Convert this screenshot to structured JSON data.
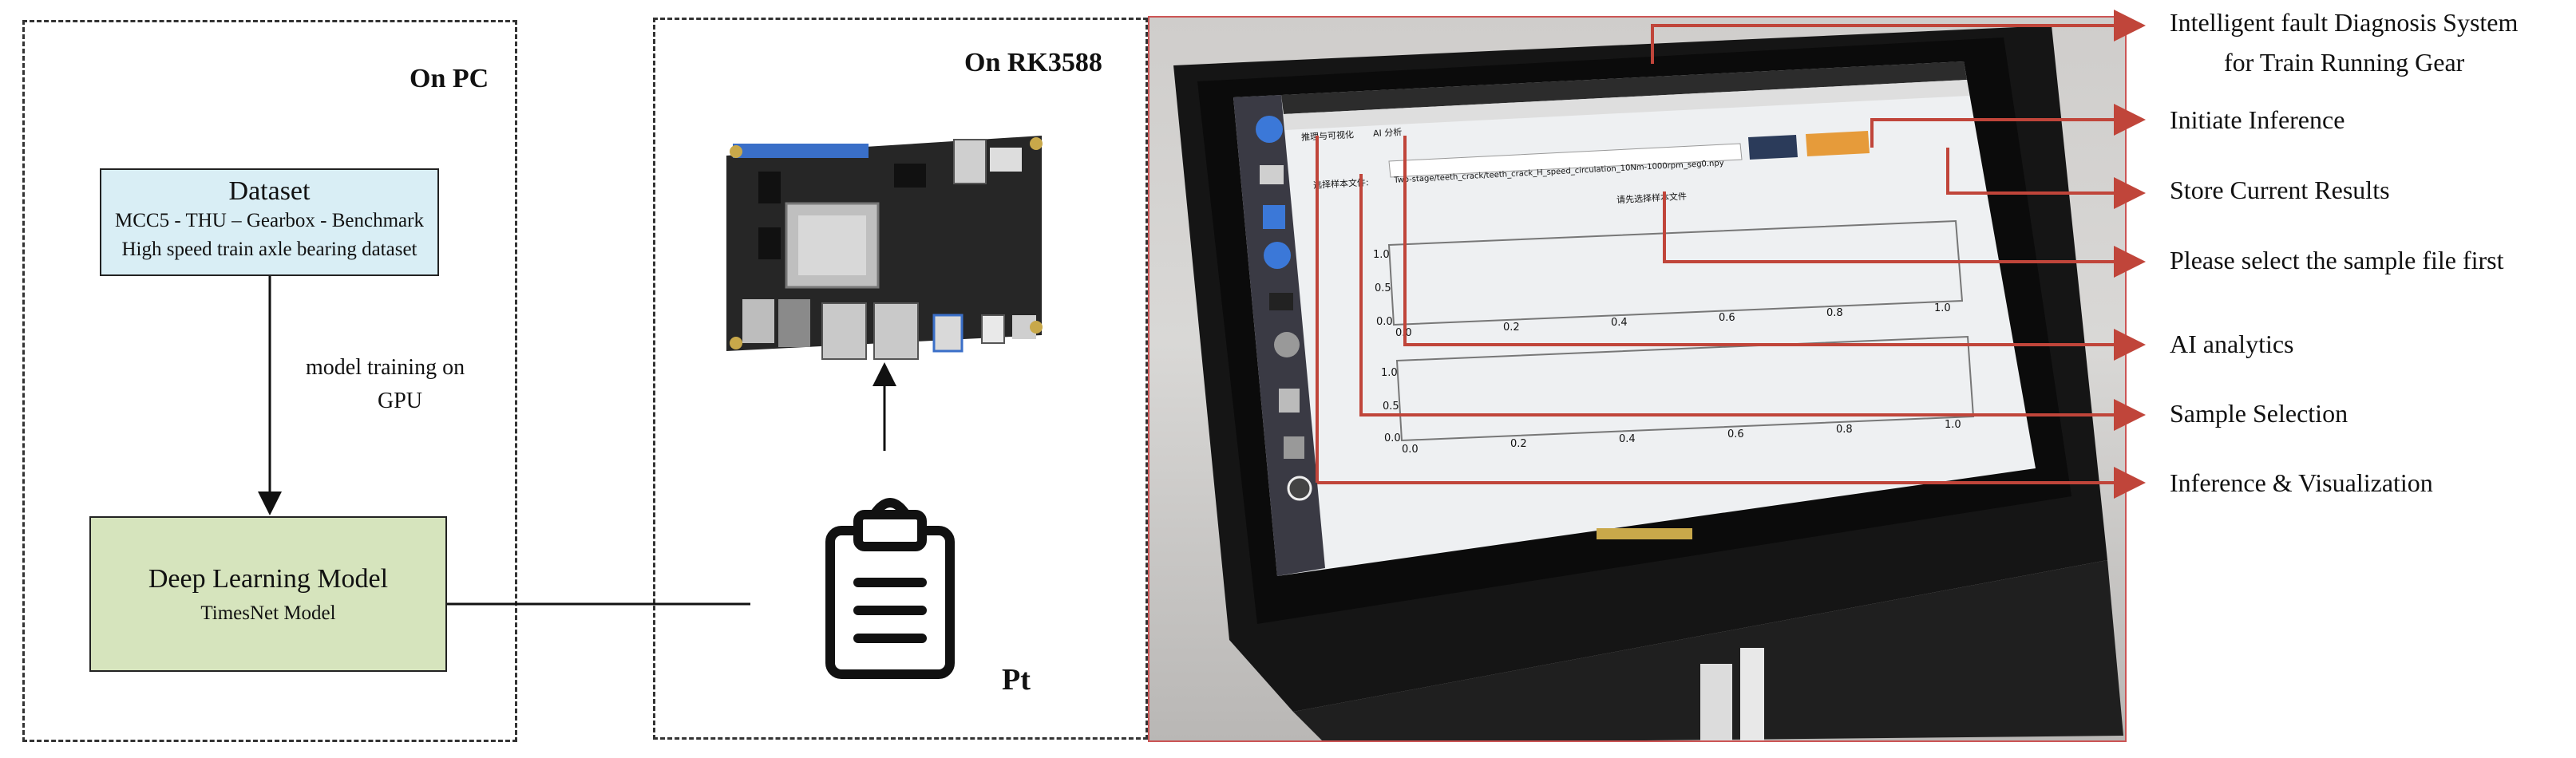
{
  "pc": {
    "title": "On PC",
    "dataset": {
      "title": "Dataset",
      "line1": "MCC5 - THU – Gearbox - Benchmark",
      "line2": "High speed train axle bearing dataset"
    },
    "edge_label_line1": "model training on",
    "edge_label_line2": "GPU",
    "model": {
      "title": "Deep Learning Model",
      "subtitle": "TimesNet Model"
    }
  },
  "rk": {
    "title": "On RK3588",
    "file_label": "Pt"
  },
  "screen": {
    "tab1": "推理与可视化",
    "tab2": "AI 分析",
    "sample_label": "选择样本文件:",
    "sample_value": "Two-stage/teeth_crack/teeth_crack_H_speed_circulation_10Nm-1000rpm_seg0.npy",
    "hint": "请先选择样本文件",
    "plot1_yticks": [
      "1.0",
      "0.5",
      "0.0"
    ],
    "plot1_xticks": [
      "0.0",
      "0.2",
      "0.4",
      "0.6",
      "0.8",
      "1.0"
    ],
    "plot2_yticks": [
      "1.0",
      "0.5",
      "0.0"
    ],
    "plot2_xticks": [
      "0.0",
      "0.2",
      "0.4",
      "0.6",
      "0.8",
      "1.0"
    ]
  },
  "annotations": [
    "Intelligent fault Diagnosis System",
    "for Train Running Gear",
    "Initiate Inference",
    "Store Current Results",
    "Please select the sample file first",
    "AI analytics",
    "Sample Selection",
    "Inference & Visualization"
  ],
  "colors": {
    "dataset_fill": "#d9eef5",
    "model_fill": "#d6e4bd",
    "annotation_line": "#c0453a"
  }
}
